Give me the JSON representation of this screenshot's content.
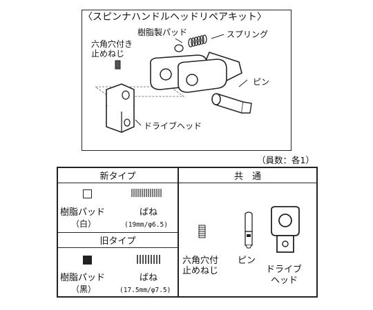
{
  "kit": {
    "title": "〈スピンナハンドルヘッドリペアキット〉",
    "labels": {
      "resin_pad": "樹脂製パッド",
      "spring": "スプリング",
      "set_screw_line1": "六角穴付き",
      "set_screw_line2": "止めねじ",
      "pin": "ピン",
      "drive_head": "ドライブヘッド"
    }
  },
  "quantity_note": "（員数：各1）",
  "table": {
    "new_type": {
      "header": "新タイプ",
      "pad_label": "樹脂パッド",
      "pad_color": "（白）",
      "spring_label": "ばね",
      "spring_spec": "(19mm/φ6.5)"
    },
    "old_type": {
      "header": "旧タイプ",
      "pad_label": "樹脂パッド",
      "pad_color": "（黒）",
      "spring_label": "ばね",
      "spring_spec": "(17.5mm/φ7.5)"
    },
    "common": {
      "header": "共　通",
      "screw_line1": "六角穴付",
      "screw_line2": "止めねじ",
      "pin": "ピン",
      "drive_line1": "ドライブ",
      "drive_line2": "ヘッド"
    }
  },
  "colors": {
    "line": "#222222",
    "white_pad": "#ffffff",
    "black_pad": "#222222"
  }
}
